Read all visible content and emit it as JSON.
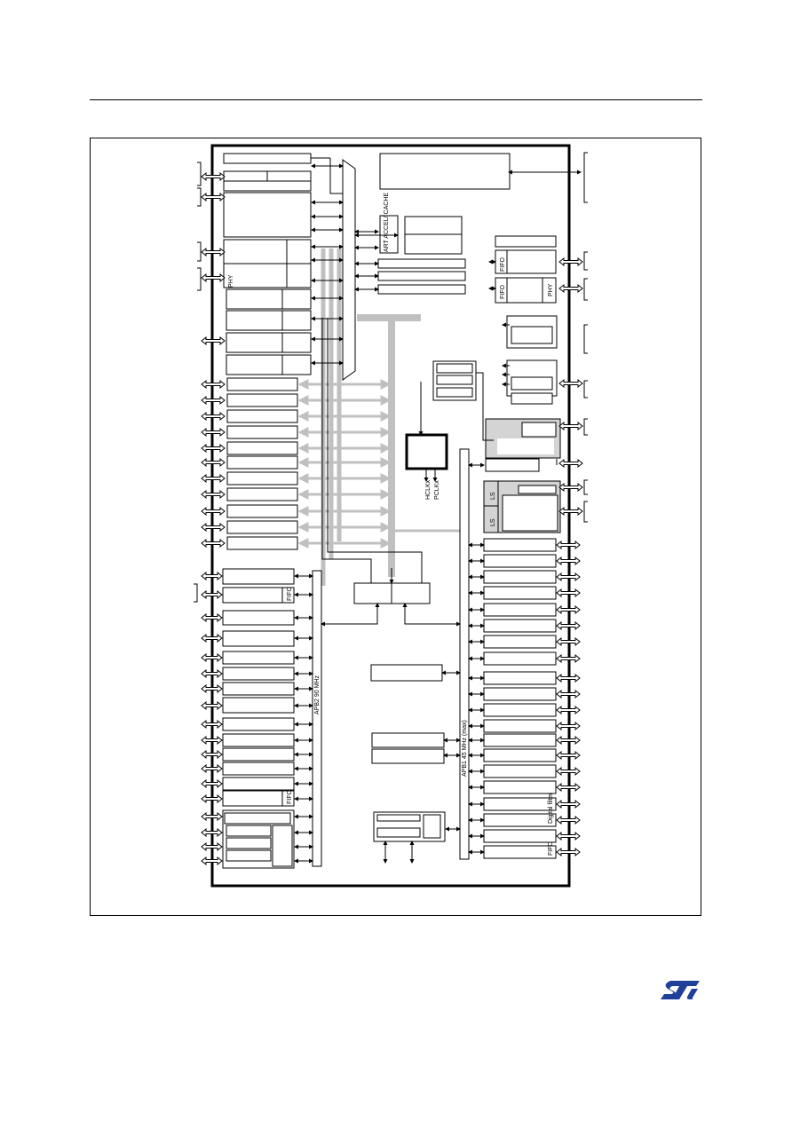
{
  "page": {
    "logo_label": "ST",
    "logo_color": "#1f3f99"
  },
  "labels": {
    "phy": "PHY",
    "fifo": "FIFO",
    "ls": "LS",
    "art_cache": "ART ACCEL/ CACHE",
    "apb2_bus": "APB2 90 MHz",
    "apb1_bus": "APB1 45 MHz (max)",
    "hclk": "HCLKx",
    "pclk": "PCLKx",
    "digital_filter": "Digital filter"
  },
  "colors": {
    "line": "#000000",
    "bus": "#c0c0c0",
    "shade": "#d4d4d4"
  }
}
